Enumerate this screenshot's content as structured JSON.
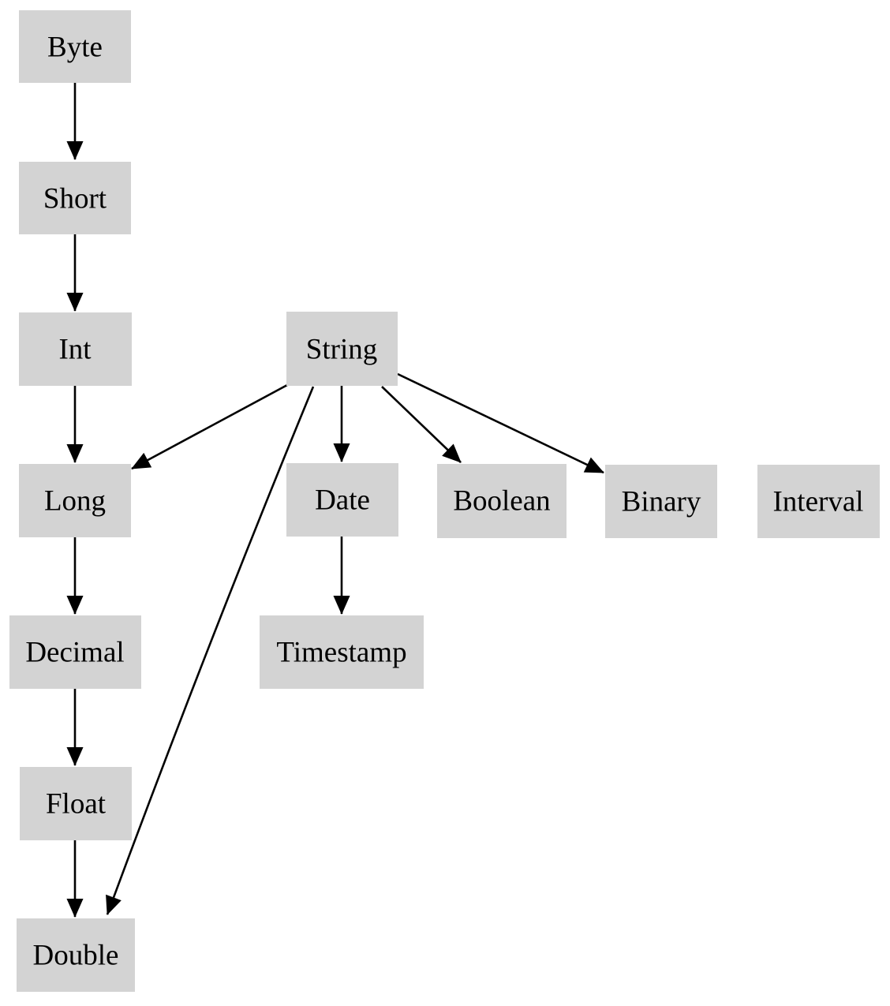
{
  "diagram": {
    "title": "type-precedence-graph",
    "colors": {
      "background": "#ffffff",
      "node_fill": "#d3d3d3",
      "edge_stroke": "#000000",
      "label_text": "#000000"
    },
    "nodes": [
      {
        "id": "byte",
        "label": "Byte"
      },
      {
        "id": "short",
        "label": "Short"
      },
      {
        "id": "int",
        "label": "Int"
      },
      {
        "id": "string",
        "label": "String"
      },
      {
        "id": "long",
        "label": "Long"
      },
      {
        "id": "date",
        "label": "Date"
      },
      {
        "id": "boolean",
        "label": "Boolean"
      },
      {
        "id": "binary",
        "label": "Binary"
      },
      {
        "id": "interval",
        "label": "Interval"
      },
      {
        "id": "decimal",
        "label": "Decimal"
      },
      {
        "id": "timestamp",
        "label": "Timestamp"
      },
      {
        "id": "float",
        "label": "Float"
      },
      {
        "id": "double",
        "label": "Double"
      }
    ],
    "edges": [
      {
        "from": "Byte",
        "to": "Short"
      },
      {
        "from": "Short",
        "to": "Int"
      },
      {
        "from": "Int",
        "to": "Long"
      },
      {
        "from": "Long",
        "to": "Decimal"
      },
      {
        "from": "Decimal",
        "to": "Float"
      },
      {
        "from": "Float",
        "to": "Double"
      },
      {
        "from": "String",
        "to": "Long"
      },
      {
        "from": "String",
        "to": "Date"
      },
      {
        "from": "String",
        "to": "Boolean"
      },
      {
        "from": "String",
        "to": "Binary"
      },
      {
        "from": "String",
        "to": "Double"
      },
      {
        "from": "Date",
        "to": "Timestamp"
      }
    ]
  }
}
